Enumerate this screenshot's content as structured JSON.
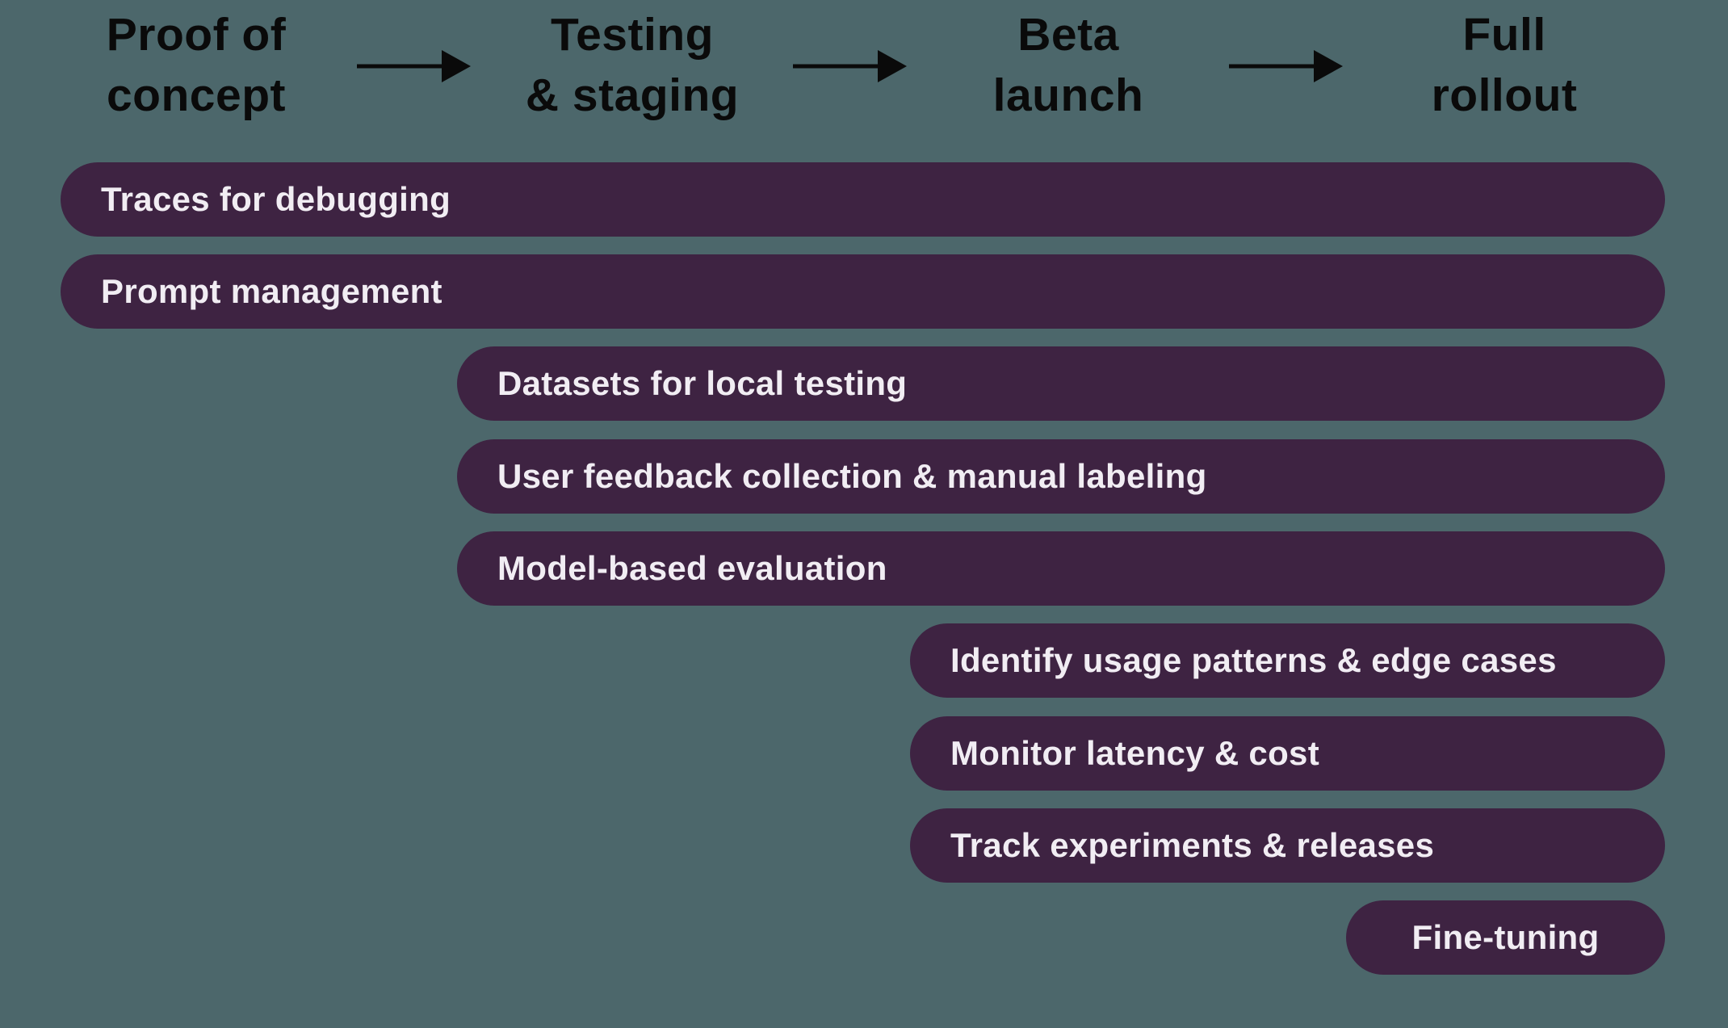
{
  "phases": [
    {
      "label": "Proof of concept",
      "line1": "Proof of",
      "line2": "concept"
    },
    {
      "label": "Testing & staging",
      "line1": "Testing",
      "line2": "& staging"
    },
    {
      "label": "Beta launch",
      "line1": "Beta",
      "line2": "launch"
    },
    {
      "label": "Full rollout",
      "line1": "Full",
      "line2": "rollout"
    }
  ],
  "icons": {
    "phase_connector": "right-arrow-icon"
  },
  "bars": [
    {
      "label": "Traces for debugging",
      "starts_at_phase": "Proof of concept"
    },
    {
      "label": "Prompt management",
      "starts_at_phase": "Proof of concept"
    },
    {
      "label": "Datasets for local testing",
      "starts_at_phase": "Testing & staging"
    },
    {
      "label": "User feedback collection & manual labeling",
      "starts_at_phase": "Testing & staging"
    },
    {
      "label": "Model-based evaluation",
      "starts_at_phase": "Testing & staging"
    },
    {
      "label": "Identify usage patterns & edge cases",
      "starts_at_phase": "Beta launch"
    },
    {
      "label": "Monitor latency & cost",
      "starts_at_phase": "Beta launch"
    },
    {
      "label": "Track experiments & releases",
      "starts_at_phase": "Beta launch"
    },
    {
      "label": "Fine-tuning",
      "starts_at_phase": "Full rollout"
    }
  ],
  "colors": {
    "background": "#4C676B",
    "bar_fill": "#3E2342",
    "bar_text": "#F1EDF3",
    "header_text": "#0A0A0A",
    "arrow": "#0A0A0A"
  }
}
